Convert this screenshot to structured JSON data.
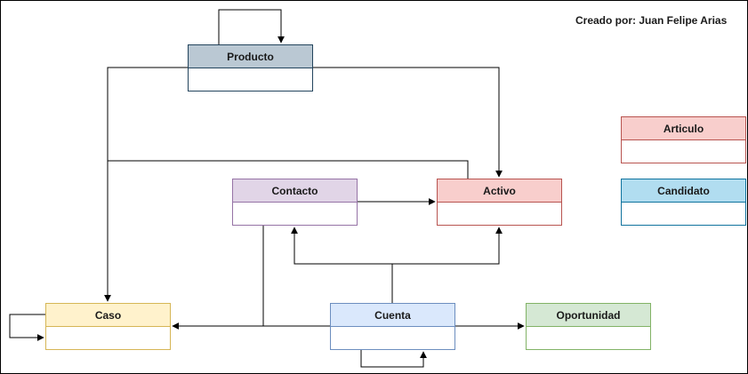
{
  "credit": "Creado por: Juan Felipe Arias",
  "entities": {
    "producto": {
      "label": "Producto",
      "fill": "#bac8d3",
      "stroke": "#23445d"
    },
    "articulo": {
      "label": "Articulo",
      "fill": "#f8cecc",
      "stroke": "#b85450"
    },
    "candidato": {
      "label": "Candidato",
      "fill": "#b1ddf0",
      "stroke": "#10739e"
    },
    "contacto": {
      "label": "Contacto",
      "fill": "#e1d5e7",
      "stroke": "#9673a6"
    },
    "activo": {
      "label": "Activo",
      "fill": "#f8cecc",
      "stroke": "#b85450"
    },
    "caso": {
      "label": "Caso",
      "fill": "#fff2cc",
      "stroke": "#d6b656"
    },
    "cuenta": {
      "label": "Cuenta",
      "fill": "#dae8fc",
      "stroke": "#6c8ebf"
    },
    "oportunidad": {
      "label": "Oportunidad",
      "fill": "#d5e8d4",
      "stroke": "#82b366"
    }
  },
  "relations": [
    {
      "from": "producto",
      "to": "producto"
    },
    {
      "from": "producto",
      "to": "activo"
    },
    {
      "from": "producto",
      "to": "caso"
    },
    {
      "from": "activo",
      "to": "caso"
    },
    {
      "from": "contacto",
      "to": "activo"
    },
    {
      "from": "contacto",
      "to": "caso"
    },
    {
      "from": "cuenta",
      "to": "contacto"
    },
    {
      "from": "cuenta",
      "to": "activo"
    },
    {
      "from": "cuenta",
      "to": "caso"
    },
    {
      "from": "cuenta",
      "to": "oportunidad"
    },
    {
      "from": "cuenta",
      "to": "cuenta"
    },
    {
      "from": "caso",
      "to": "caso"
    }
  ]
}
